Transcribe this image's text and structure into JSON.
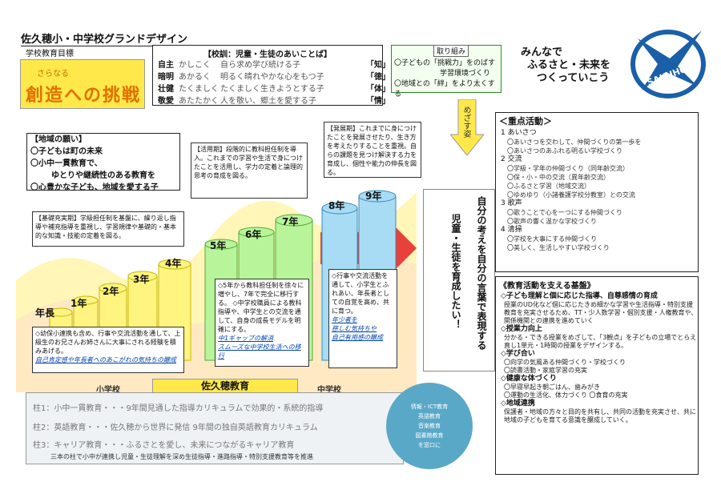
{
  "title": "佐久穂小・中学校グランドデザイン",
  "goal_label": "学校教育目標",
  "banner": {
    "sub": "さらなる",
    "main": "創造への挑戦"
  },
  "motto": {
    "heading": "【校訓：児童・生徒のあいことば】",
    "rows": [
      {
        "k": "自主",
        "r": "かしこく",
        "d": "自ら求め学び続ける子",
        "c": "「知」"
      },
      {
        "k": "暗明",
        "r": "あかるく",
        "d": "明るく晴れやかな心をもつ子",
        "c": "「徳」"
      },
      {
        "k": "壮健",
        "r": "たくましく",
        "d": "たくましく生きようとする子",
        "c": "「体」"
      },
      {
        "k": "敬愛",
        "r": "あたたかく",
        "d": "人を敬い、郷土を愛する子",
        "c": "「情」"
      }
    ]
  },
  "effort": {
    "heading": "取り組み",
    "lines": [
      "〇子どもの「挑戦力」をのばす",
      "学習環境づくり",
      "〇地域との「絆」をより太くする"
    ]
  },
  "slogan": [
    "みんなで",
    "ふるさと・未来を",
    "つくっていこう"
  ],
  "logo_text": "SAKUHO",
  "aim_label": "めざす姿",
  "focus": {
    "heading": "＜重点活動＞",
    "sections": [
      {
        "name": "1 あいさつ",
        "items": [
          "〇あいさつを交わして、仲間づくりの第一歩を",
          "〇あいさつのあふれる明るい学校づくり"
        ]
      },
      {
        "name": "2 交流",
        "items": [
          "〇学級・学年の仲間づくり（同年齢交流）",
          "〇保・小・中の交流（異年齢交流）",
          "〇ふるさと学習（地域交流）",
          "〇ゆめゆり（小諸養護学校分教室）との交流"
        ]
      },
      {
        "name": "3 歌声",
        "items": [
          "〇歌うことで心を一つにする仲間づくり",
          "〇歌声の響く温かな学校づくり"
        ]
      },
      {
        "name": "4 清掃",
        "items": [
          "〇学校を大事にする仲間づくり",
          "〇美しく、生活しやすい学校づくり"
        ]
      }
    ]
  },
  "support": {
    "heading": "《教育活動を支える基盤》",
    "sections": [
      {
        "name": "◇子ども理解と個に応じた指導、自尊感情の育成",
        "items": [
          "授業のUD化など個に応じたきめ細かな学習や生活指導・特別支援教育を充実させるため、TT・少人数学習・個別支援・人権教育や、関係機関との連携を進めていく"
        ]
      },
      {
        "name": "◇授業力向上",
        "items": [
          "分かる・できる授業をめざして、「3観点」を子どもの立場でとらえ直し1単元・1時間の授業をデザインする。"
        ]
      },
      {
        "name": "◇学び合い",
        "items": [
          "〇向学の気風ある仲間づくり・学校づくり",
          "〇読書活動・家庭学習の充実"
        ]
      },
      {
        "name": "◇健康な体づくり",
        "items": [
          "〇早寝早起き朝ごはん、歯みがき",
          "〇運動の生活化、体力づくり 〇食育の充実"
        ]
      },
      {
        "name": "◇地域連携",
        "items": [
          "保護者・地域の方々と目的を共有し、共同の活動を充実させ、共に地域の子どもを育てる意識を醸成していく。"
        ]
      }
    ]
  },
  "wish": {
    "heading": "【地域の願い】",
    "lines": [
      "〇子どもは町の未来",
      "〇小中一貫教育で、",
      "ゆとりや継続性のある教育を",
      "〇心豊かな子ども、地域を愛する子"
    ]
  },
  "phases": {
    "basic": "【基礎充実期】学級担任制を基盤に、繰り返し指導や補充指導を重視し、学習規律や基礎的・基本的な知識・技能の定着を図る。",
    "active": "【活用期】段階的に教科担任制を導入。これまでの学習や生活で身につけたことを活用し、学力の定着と論理的思考の育成を図る。",
    "develop": "【発展期】これまでに身につけたことを発展させたり、生き方を考えたりすることを重視。自らの課題を見つけ解決する力を育成し、個性や能力の伸長を図る。"
  },
  "years": [
    "年長",
    "1年",
    "2年",
    "3年",
    "4年",
    "5年",
    "6年",
    "7年",
    "8年",
    "9年"
  ],
  "notes": {
    "early": "◇幼保小連携も含め、行事や交流活動を通して、上級生のお兄さんお姉さんに大事にされる経験を積みあげる。",
    "early_em": "自己肯定感や年長者へのあこがれの気持ちの醸成",
    "mid": "◇5年から教科担任制を徐々に増やし、7年で完全に移行する。 ◇中学校職員による教科指導や、中学生との交流を通して、自身の成長モデルを明確にする。",
    "mid_em1": "中1ギャップの解消",
    "mid_em2": "スムーズな中学校生活への移行",
    "late": "◇行事や交流活動を通して、小学生とふれあい、年長者としての自覚を高め、共に育つ。",
    "late_em1": "年少者を",
    "late_em2": "慈しむ気持ちや",
    "late_em3": "自己有用感の醸成"
  },
  "vertical": {
    "a": "自分の考えを自分の言葉で表現する",
    "b": "児童・生徒を育成したい！"
  },
  "schools": {
    "elementary": "小学校",
    "center": "佐久穂教育",
    "junior": "中学校"
  },
  "pillars": [
    "柱1：小中一貫教育・・・9年間見通した指導カリキュラムで効果的・系統的指導",
    "柱2：英語教育・・・佐久穂から世界に発信 9年間の独自英語教育カリキュラム",
    "柱3：キャリア教育・・・ふるさとを愛し、未来につながるキャリア教育"
  ],
  "pillar_note": "三本の柱で小中が連携し児童・生徒理解を深め生徒指導・進路指導・特別支援教育等を推進",
  "circle": [
    "情報・ICT教育",
    "英語教育",
    "音楽教育",
    "図書館教育",
    "を窓口に"
  ]
}
